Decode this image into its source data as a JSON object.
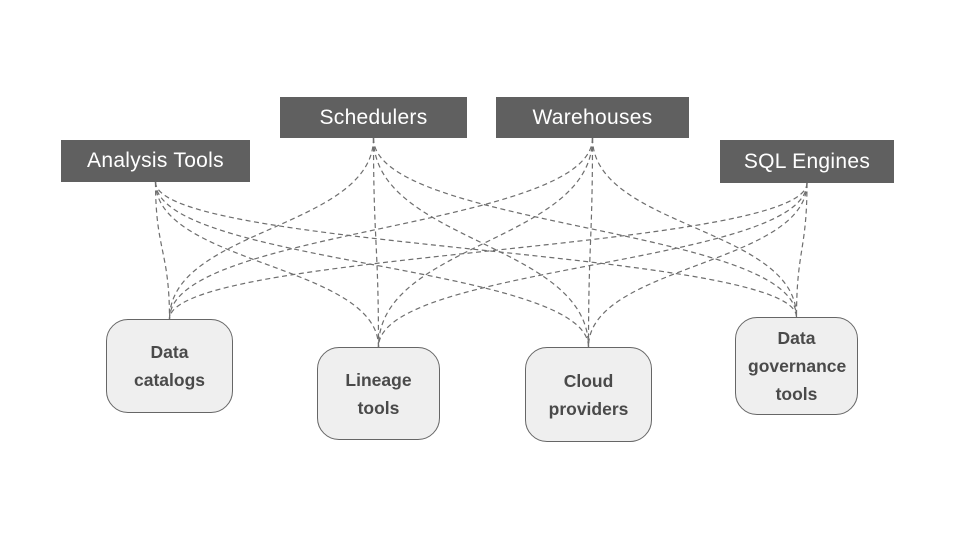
{
  "diagram": {
    "top_nodes": [
      {
        "id": "analysis-tools",
        "label": "Analysis Tools"
      },
      {
        "id": "schedulers",
        "label": "Schedulers"
      },
      {
        "id": "warehouses",
        "label": "Warehouses"
      },
      {
        "id": "sql-engines",
        "label": "SQL Engines"
      }
    ],
    "bottom_nodes": [
      {
        "id": "data-catalogs",
        "label": "Data catalogs"
      },
      {
        "id": "lineage-tools",
        "label": "Lineage tools"
      },
      {
        "id": "cloud-providers",
        "label": "Cloud providers"
      },
      {
        "id": "data-governance-tools",
        "label": "Data governance tools"
      }
    ],
    "edges": [
      {
        "from": "analysis-tools",
        "to": "data-catalogs"
      },
      {
        "from": "analysis-tools",
        "to": "lineage-tools"
      },
      {
        "from": "analysis-tools",
        "to": "cloud-providers"
      },
      {
        "from": "analysis-tools",
        "to": "data-governance-tools"
      },
      {
        "from": "schedulers",
        "to": "data-catalogs"
      },
      {
        "from": "schedulers",
        "to": "lineage-tools"
      },
      {
        "from": "schedulers",
        "to": "cloud-providers"
      },
      {
        "from": "schedulers",
        "to": "data-governance-tools"
      },
      {
        "from": "warehouses",
        "to": "data-catalogs"
      },
      {
        "from": "warehouses",
        "to": "lineage-tools"
      },
      {
        "from": "warehouses",
        "to": "cloud-providers"
      },
      {
        "from": "warehouses",
        "to": "data-governance-tools"
      },
      {
        "from": "sql-engines",
        "to": "data-catalogs"
      },
      {
        "from": "sql-engines",
        "to": "lineage-tools"
      },
      {
        "from": "sql-engines",
        "to": "cloud-providers"
      },
      {
        "from": "sql-engines",
        "to": "data-governance-tools"
      }
    ],
    "connector_style": "dashed-curve",
    "colors": {
      "top_node_fill": "#606060",
      "top_node_text": "#ffffff",
      "bottom_node_fill": "#efefef",
      "bottom_node_border": "#666666",
      "bottom_node_text": "#4a4a4a",
      "connector": "#6e6e6e",
      "background": "#ffffff"
    }
  }
}
